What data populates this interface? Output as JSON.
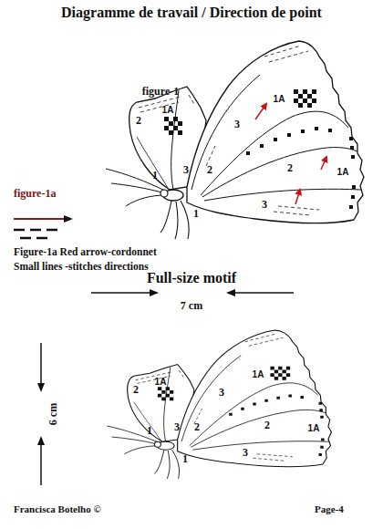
{
  "diagram": {
    "title": "Diagramme de travail / Direction de point",
    "labels": [
      "figure-1",
      "2",
      "1A",
      "1A",
      "3",
      "2",
      "1A",
      "1",
      "3",
      "2",
      "figure-1a",
      "1",
      "3",
      "Figure-1a Red arrow-cordonnet",
      "Small lines -stitches directions",
      "Full-size motif",
      "7 cm",
      "2",
      "1A",
      "1A",
      "3",
      "2",
      "1A",
      "6 cm",
      "1",
      "3",
      "2",
      "1",
      "3",
      "Francisca Botelho ©",
      "Page-4"
    ]
  }
}
